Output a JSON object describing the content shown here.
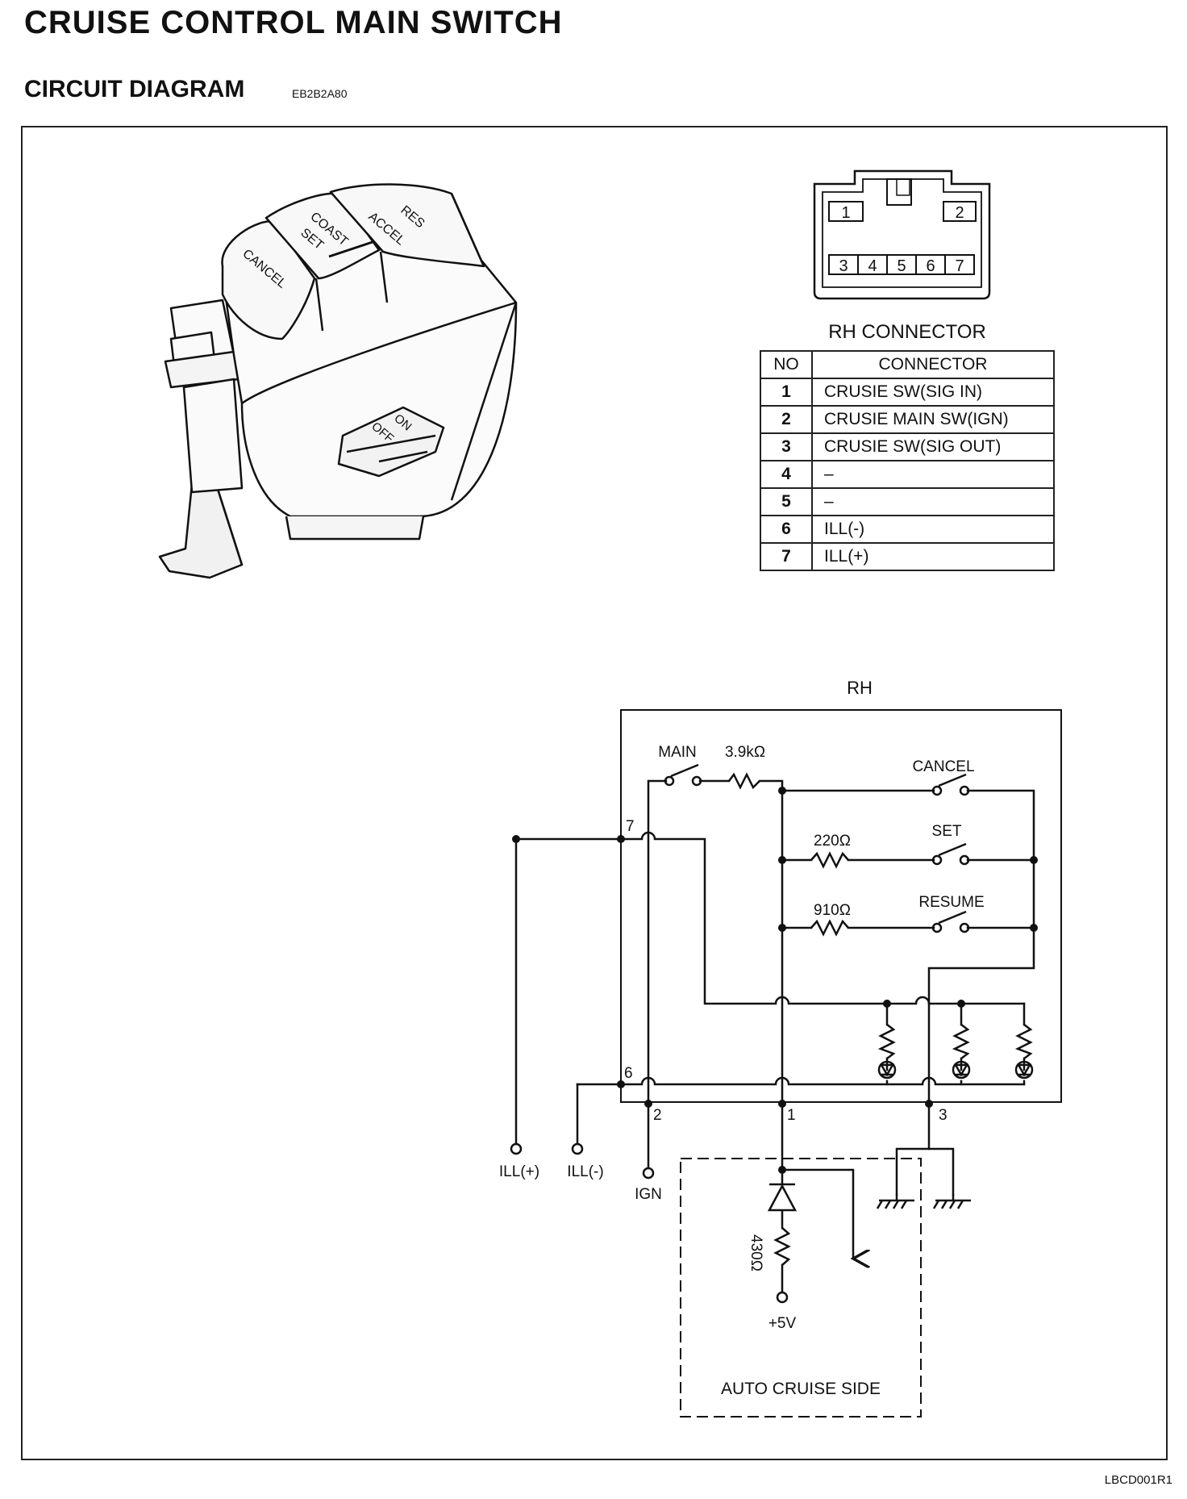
{
  "header": {
    "title": "CRUISE CONTROL MAIN SWITCH",
    "subtitle": "CIRCUIT DIAGRAM",
    "code": "EB2B2A80"
  },
  "switch_illustration": {
    "labels": {
      "cancel": "CANCEL",
      "coast": "COAST",
      "set": "SET",
      "res": "RES",
      "accel": "ACCEL",
      "on": "ON",
      "off": "OFF"
    }
  },
  "connector": {
    "pins_top": [
      "1",
      "2"
    ],
    "pins_bottom": [
      "3",
      "4",
      "5",
      "6",
      "7"
    ]
  },
  "connector_table": {
    "caption": "RH CONNECTOR",
    "headers": [
      "NO",
      "CONNECTOR"
    ],
    "rows": [
      {
        "no": "1",
        "desc": "CRUSIE SW(SIG IN)"
      },
      {
        "no": "2",
        "desc": "CRUSIE MAIN SW(IGN)"
      },
      {
        "no": "3",
        "desc": "CRUSIE SW(SIG OUT)"
      },
      {
        "no": "4",
        "desc": "–"
      },
      {
        "no": "5",
        "desc": "–"
      },
      {
        "no": "6",
        "desc": "ILL(-)"
      },
      {
        "no": "7",
        "desc": "ILL(+)"
      }
    ]
  },
  "schematic": {
    "rh_label": "RH",
    "main_label": "MAIN",
    "r_main": "3.9kΩ",
    "cancel_label": "CANCEL",
    "set_label": "SET",
    "r_set": "220Ω",
    "resume_label": "RESUME",
    "r_resume": "910Ω",
    "pin7": "7",
    "pin6": "6",
    "pin2": "2",
    "pin1": "1",
    "pin3": "3",
    "ill_plus": "ILL(+)",
    "ill_minus": "ILL(-)",
    "ign": "IGN",
    "r_auto": "430Ω",
    "vplus": "+5V",
    "auto_side": "AUTO CRUISE SIDE"
  },
  "footer": {
    "figure_code": "LBCD001R1"
  }
}
